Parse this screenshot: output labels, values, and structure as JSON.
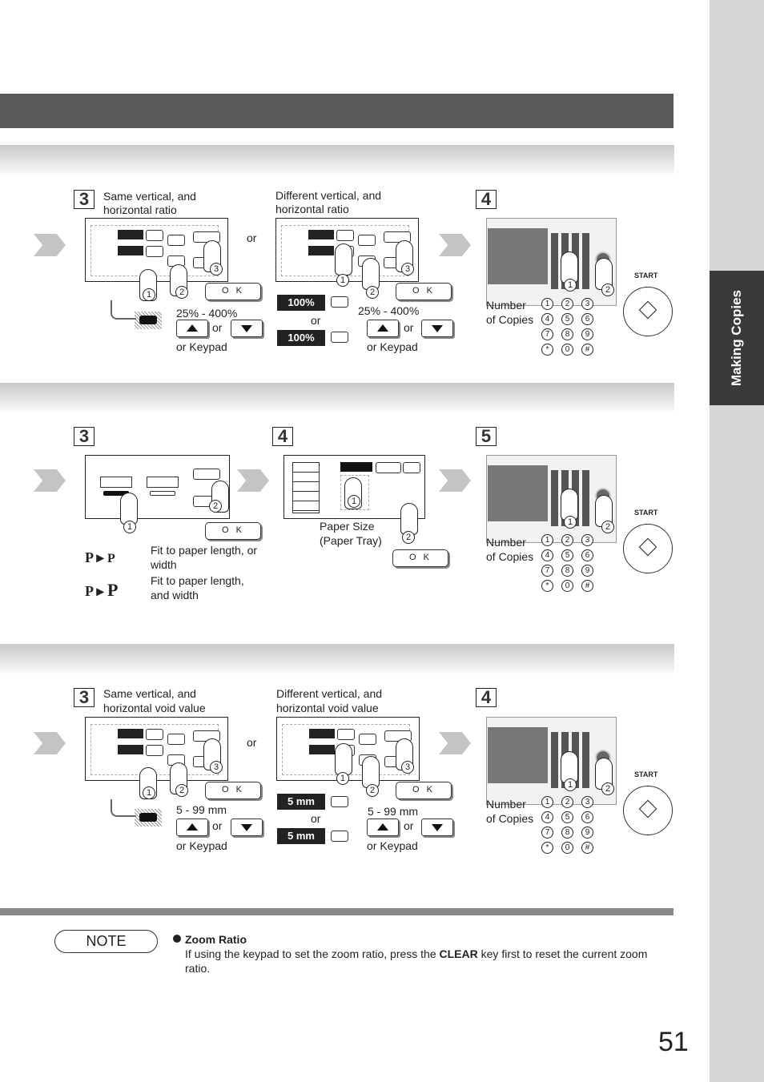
{
  "side_tab": "Making Copies",
  "section1": {
    "step3_num": "3",
    "step3a_caption_1": "Same vertical, and",
    "step3a_caption_2": "horizontal ratio",
    "step3b_caption_1": "Different vertical, and",
    "step3b_caption_2": "horizontal ratio",
    "or": "or",
    "range": "25% - 400%",
    "or_keypad": "or Keypad",
    "ratio_display": "100%",
    "ok": "O K",
    "step4_num": "4",
    "number_of_copies_1": "Number",
    "number_of_copies_2": "of Copies",
    "start": "START"
  },
  "section2": {
    "step3_num": "3",
    "step4_num": "4",
    "step5_num": "5",
    "fit1_1": "Fit to paper length, or",
    "fit1_2": "width",
    "fit2_1": "Fit to paper length,",
    "fit2_2": "and width",
    "paper_size_1": "Paper Size",
    "paper_size_2": "(Paper Tray)",
    "ok": "O K",
    "number_of_copies_1": "Number",
    "number_of_copies_2": "of Copies",
    "start": "START"
  },
  "section3": {
    "step3_num": "3",
    "step3a_caption_1": "Same vertical, and",
    "step3a_caption_2": "horizontal void value",
    "step3b_caption_1": "Different vertical, and",
    "step3b_caption_2": "horizontal void value",
    "or": "or",
    "range": "5 - 99 mm",
    "or_keypad": "or Keypad",
    "void_display": "5 mm",
    "ok": "O K",
    "step4_num": "4",
    "number_of_copies_1": "Number",
    "number_of_copies_2": "of Copies",
    "start": "START"
  },
  "keypad": [
    "1",
    "2",
    "3",
    "4",
    "5",
    "6",
    "7",
    "8",
    "9",
    "*",
    "0",
    "#"
  ],
  "note": {
    "label": "NOTE",
    "title": "Zoom Ratio",
    "text_before": "If using the keypad to set the zoom ratio,  press the ",
    "bold_key": "CLEAR",
    "text_after": " key first to reset the current zoom",
    "text_line2": "ratio."
  },
  "page_number": "51"
}
